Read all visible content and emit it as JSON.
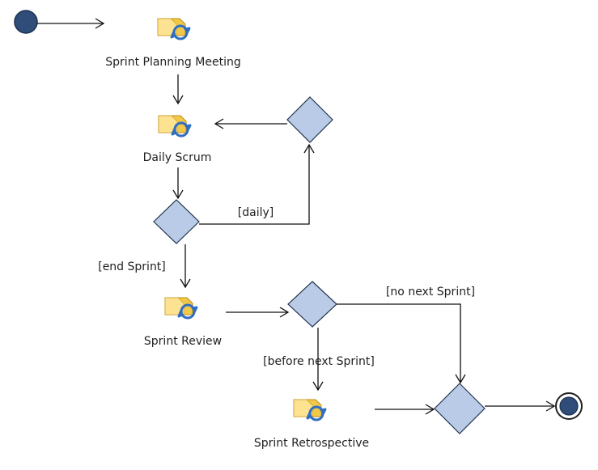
{
  "nodes": {
    "initial": {
      "type": "initial"
    },
    "sprint_planning": {
      "type": "activity",
      "label": "Sprint Planning Meeting",
      "icon": "activity-icon"
    },
    "daily_scrum": {
      "type": "activity",
      "label": "Daily Scrum",
      "icon": "activity-icon"
    },
    "sprint_review": {
      "type": "activity",
      "label": "Sprint Review",
      "icon": "activity-icon"
    },
    "sprint_retrospective": {
      "type": "activity",
      "label": "Sprint Retrospective",
      "icon": "activity-icon"
    },
    "decision_daily": {
      "type": "decision"
    },
    "merge_daily": {
      "type": "decision"
    },
    "decision_review": {
      "type": "decision"
    },
    "merge_final": {
      "type": "decision"
    },
    "final": {
      "type": "final"
    }
  },
  "edges": [
    {
      "from": "initial",
      "to": "sprint_planning",
      "label": ""
    },
    {
      "from": "sprint_planning",
      "to": "daily_scrum",
      "label": ""
    },
    {
      "from": "daily_scrum",
      "to": "decision_daily",
      "label": ""
    },
    {
      "from": "decision_daily",
      "to": "merge_daily",
      "label": "[daily]"
    },
    {
      "from": "merge_daily",
      "to": "daily_scrum",
      "label": ""
    },
    {
      "from": "decision_daily",
      "to": "sprint_review",
      "label": "[end Sprint]"
    },
    {
      "from": "sprint_review",
      "to": "decision_review",
      "label": ""
    },
    {
      "from": "decision_review",
      "to": "sprint_retrospective",
      "label": "[before next Sprint]"
    },
    {
      "from": "decision_review",
      "to": "merge_final",
      "label": "[no next Sprint]"
    },
    {
      "from": "sprint_retrospective",
      "to": "merge_final",
      "label": ""
    },
    {
      "from": "merge_final",
      "to": "final",
      "label": ""
    }
  ],
  "colors": {
    "initial_node": "#2f4d78",
    "decision_fill": "#b9cbe6",
    "decision_stroke": "#24364f",
    "icon_folder": "#f2c84b",
    "icon_folder_light": "#ffe59a",
    "icon_cycle": "#2f6fc2"
  }
}
